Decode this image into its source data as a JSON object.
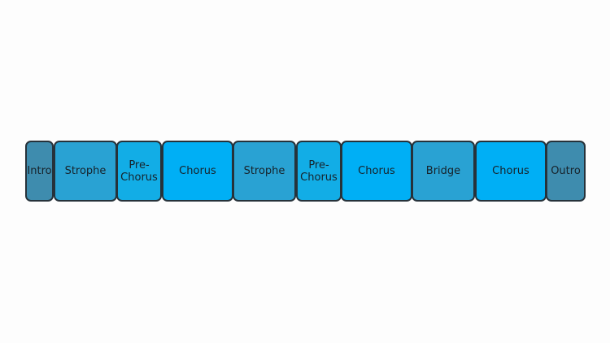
{
  "sections": [
    {
      "label": "Intro",
      "kind": "intro"
    },
    {
      "label": "Strophe",
      "kind": "strophe"
    },
    {
      "label": "Pre-\nChorus",
      "kind": "prechorus"
    },
    {
      "label": "Chorus",
      "kind": "chorus"
    },
    {
      "label": "Strophe",
      "kind": "strophe"
    },
    {
      "label": "Pre-\nChorus",
      "kind": "prechorus"
    },
    {
      "label": "Chorus",
      "kind": "chorus"
    },
    {
      "label": "Bridge",
      "kind": "bridge"
    },
    {
      "label": "Chorus",
      "kind": "chorus"
    },
    {
      "label": "Outro",
      "kind": "outro"
    }
  ],
  "colors": {
    "intro": "#3e8cae",
    "strophe": "#29a2d3",
    "prechorus": "#12ade6",
    "chorus": "#00aff5",
    "bridge": "#29a2d3",
    "outro": "#3e8cae"
  }
}
